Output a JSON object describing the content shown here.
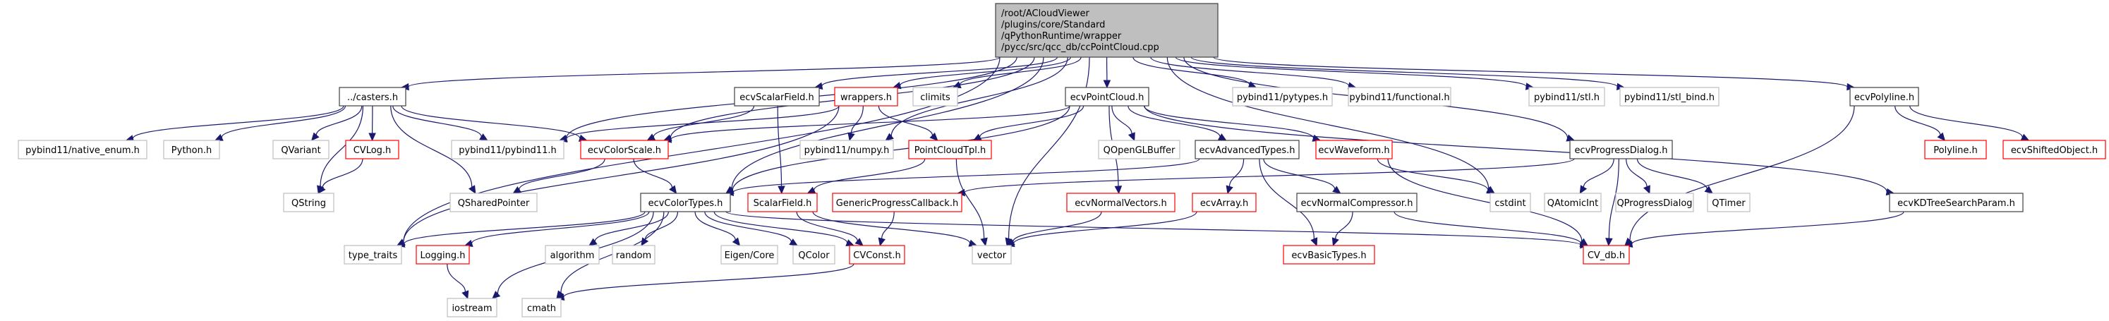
{
  "diagram": {
    "type": "include-dependency-graph",
    "colors": {
      "edge": "#191970",
      "root_fill": "#bfbfbf",
      "root_border": "#404040",
      "documented_border": "#404040",
      "truncated_border": "#ff0000",
      "external_border": "#bfbfbf",
      "node_fill": "#ffffff"
    },
    "root": {
      "id": "root",
      "lines": [
        "/root/ACloudViewer",
        "/plugins/core/Standard",
        "/qPythonRuntime/wrapper",
        "/pycc/src/qcc_db/ccPointCloud.cpp"
      ]
    },
    "nodes": [
      {
        "id": "casters",
        "label": "../casters.h",
        "kind": "documented"
      },
      {
        "id": "ecvScalarField",
        "label": "ecvScalarField.h",
        "kind": "documented"
      },
      {
        "id": "wrappers",
        "label": "wrappers.h",
        "kind": "truncated"
      },
      {
        "id": "climits",
        "label": "climits",
        "kind": "external"
      },
      {
        "id": "ecvPointCloud",
        "label": "ecvPointCloud.h",
        "kind": "documented"
      },
      {
        "id": "pytypes",
        "label": "pybind11/pytypes.h",
        "kind": "external"
      },
      {
        "id": "functional",
        "label": "pybind11/functional.h",
        "kind": "external"
      },
      {
        "id": "stl",
        "label": "pybind11/stl.h",
        "kind": "external"
      },
      {
        "id": "stl_bind",
        "label": "pybind11/stl_bind.h",
        "kind": "external"
      },
      {
        "id": "ecvPolyline",
        "label": "ecvPolyline.h",
        "kind": "documented"
      },
      {
        "id": "native_enum",
        "label": "pybind11/native_enum.h",
        "kind": "external"
      },
      {
        "id": "python",
        "label": "Python.h",
        "kind": "external"
      },
      {
        "id": "qvariant",
        "label": "QVariant",
        "kind": "external"
      },
      {
        "id": "cvlog",
        "label": "CVLog.h",
        "kind": "truncated"
      },
      {
        "id": "pybind11",
        "label": "pybind11/pybind11.h",
        "kind": "external"
      },
      {
        "id": "ecvColorScale",
        "label": "ecvColorScale.h",
        "kind": "truncated"
      },
      {
        "id": "numpy",
        "label": "pybind11/numpy.h",
        "kind": "external"
      },
      {
        "id": "pointCloudTpl",
        "label": "PointCloudTpl.h",
        "kind": "truncated"
      },
      {
        "id": "qopenglbuffer",
        "label": "QOpenGLBuffer",
        "kind": "external"
      },
      {
        "id": "ecvAdvancedTypes",
        "label": "ecvAdvancedTypes.h",
        "kind": "documented"
      },
      {
        "id": "ecvWaveform",
        "label": "ecvWaveform.h",
        "kind": "truncated"
      },
      {
        "id": "ecvProgressDialog",
        "label": "ecvProgressDialog.h",
        "kind": "documented"
      },
      {
        "id": "polylineH",
        "label": "Polyline.h",
        "kind": "truncated"
      },
      {
        "id": "ecvShiftedObject",
        "label": "ecvShiftedObject.h",
        "kind": "truncated"
      },
      {
        "id": "qstring",
        "label": "QString",
        "kind": "external"
      },
      {
        "id": "qsharedpointer",
        "label": "QSharedPointer",
        "kind": "external"
      },
      {
        "id": "ecvColorTypes",
        "label": "ecvColorTypes.h",
        "kind": "documented"
      },
      {
        "id": "scalarField",
        "label": "ScalarField.h",
        "kind": "truncated"
      },
      {
        "id": "genericProgress",
        "label": "GenericProgressCallback.h",
        "kind": "truncated"
      },
      {
        "id": "ecvNormalVectors",
        "label": "ecvNormalVectors.h",
        "kind": "truncated"
      },
      {
        "id": "ecvArray",
        "label": "ecvArray.h",
        "kind": "truncated"
      },
      {
        "id": "ecvNormalCompressor",
        "label": "ecvNormalCompressor.h",
        "kind": "documented"
      },
      {
        "id": "cstdint",
        "label": "cstdint",
        "kind": "external"
      },
      {
        "id": "qatomicint",
        "label": "QAtomicInt",
        "kind": "external"
      },
      {
        "id": "qprogressdialog",
        "label": "QProgressDialog",
        "kind": "external"
      },
      {
        "id": "qtimer",
        "label": "QTimer",
        "kind": "external"
      },
      {
        "id": "ecvKDTree",
        "label": "ecvKDTreeSearchParam.h",
        "kind": "documented"
      },
      {
        "id": "type_traits",
        "label": "type_traits",
        "kind": "external"
      },
      {
        "id": "logging",
        "label": "Logging.h",
        "kind": "truncated"
      },
      {
        "id": "algorithm",
        "label": "algorithm",
        "kind": "external"
      },
      {
        "id": "random",
        "label": "random",
        "kind": "external"
      },
      {
        "id": "eigen",
        "label": "Eigen/Core",
        "kind": "external"
      },
      {
        "id": "qcolor",
        "label": "QColor",
        "kind": "external"
      },
      {
        "id": "cvconst",
        "label": "CVConst.h",
        "kind": "truncated"
      },
      {
        "id": "vector",
        "label": "vector",
        "kind": "external"
      },
      {
        "id": "ecvBasicTypes",
        "label": "ecvBasicTypes.h",
        "kind": "truncated"
      },
      {
        "id": "cvdb",
        "label": "CV_db.h",
        "kind": "truncated"
      },
      {
        "id": "iostream",
        "label": "iostream",
        "kind": "external"
      },
      {
        "id": "cmath",
        "label": "cmath",
        "kind": "external"
      }
    ],
    "edges": [
      [
        "root",
        "casters"
      ],
      [
        "root",
        "ecvScalarField"
      ],
      [
        "root",
        "wrappers"
      ],
      [
        "root",
        "climits"
      ],
      [
        "root",
        "ecvPointCloud"
      ],
      [
        "root",
        "pytypes"
      ],
      [
        "root",
        "functional"
      ],
      [
        "root",
        "stl"
      ],
      [
        "root",
        "stl_bind"
      ],
      [
        "root",
        "ecvPolyline"
      ],
      [
        "root",
        "pybind11"
      ],
      [
        "root",
        "ecvColorScale"
      ],
      [
        "root",
        "numpy"
      ],
      [
        "root",
        "ecvColorTypes"
      ],
      [
        "root",
        "vector"
      ],
      [
        "root",
        "type_traits"
      ],
      [
        "root",
        "ecvProgressDialog"
      ],
      [
        "root",
        "cstdint"
      ],
      [
        "casters",
        "native_enum"
      ],
      [
        "casters",
        "python"
      ],
      [
        "casters",
        "qvariant"
      ],
      [
        "casters",
        "cvlog"
      ],
      [
        "casters",
        "pybind11"
      ],
      [
        "casters",
        "ecvColorScale"
      ],
      [
        "casters",
        "qstring"
      ],
      [
        "casters",
        "qsharedpointer"
      ],
      [
        "cvlog",
        "qstring"
      ],
      [
        "ecvScalarField",
        "ecvColorScale"
      ],
      [
        "ecvScalarField",
        "scalarField"
      ],
      [
        "wrappers",
        "pybind11"
      ],
      [
        "wrappers",
        "numpy"
      ],
      [
        "wrappers",
        "pointCloudTpl"
      ],
      [
        "wrappers",
        "type_traits"
      ],
      [
        "ecvPointCloud",
        "ecvColorScale"
      ],
      [
        "ecvPointCloud",
        "pointCloudTpl"
      ],
      [
        "ecvPointCloud",
        "qopenglbuffer"
      ],
      [
        "ecvPointCloud",
        "ecvAdvancedTypes"
      ],
      [
        "ecvPointCloud",
        "ecvWaveform"
      ],
      [
        "ecvPointCloud",
        "ecvNormalVectors"
      ],
      [
        "ecvPointCloud",
        "ecvKDTree"
      ],
      [
        "ecvPointCloud",
        "ecvColorTypes"
      ],
      [
        "ecvColorScale",
        "qsharedpointer"
      ],
      [
        "ecvColorScale",
        "ecvColorTypes"
      ],
      [
        "pointCloudTpl",
        "scalarField"
      ],
      [
        "pointCloudTpl",
        "vector"
      ],
      [
        "ecvAdvancedTypes",
        "ecvArray"
      ],
      [
        "ecvAdvancedTypes",
        "ecvNormalCompressor"
      ],
      [
        "ecvAdvancedTypes",
        "ecvBasicTypes"
      ],
      [
        "ecvAdvancedTypes",
        "ecvColorTypes"
      ],
      [
        "ecvWaveform",
        "cstdint"
      ],
      [
        "ecvWaveform",
        "cvdb"
      ],
      [
        "ecvProgressDialog",
        "qatomicint"
      ],
      [
        "ecvProgressDialog",
        "qprogressdialog"
      ],
      [
        "ecvProgressDialog",
        "qtimer"
      ],
      [
        "ecvProgressDialog",
        "genericProgress"
      ],
      [
        "ecvProgressDialog",
        "cvdb"
      ],
      [
        "ecvPolyline",
        "polylineH"
      ],
      [
        "ecvPolyline",
        "ecvShiftedObject"
      ],
      [
        "ecvPolyline",
        "cvdb"
      ],
      [
        "ecvKDTree",
        "cvdb"
      ],
      [
        "ecvColorTypes",
        "type_traits"
      ],
      [
        "ecvColorTypes",
        "logging"
      ],
      [
        "ecvColorTypes",
        "algorithm"
      ],
      [
        "ecvColorTypes",
        "random"
      ],
      [
        "ecvColorTypes",
        "eigen"
      ],
      [
        "ecvColorTypes",
        "qcolor"
      ],
      [
        "ecvColorTypes",
        "cvconst"
      ],
      [
        "ecvColorTypes",
        "iostream"
      ],
      [
        "ecvColorTypes",
        "cmath"
      ],
      [
        "ecvColorTypes",
        "cvdb"
      ],
      [
        "scalarField",
        "cvconst"
      ],
      [
        "scalarField",
        "vector"
      ],
      [
        "genericProgress",
        "cvconst"
      ],
      [
        "ecvNormalVectors",
        "vector"
      ],
      [
        "ecvArray",
        "vector"
      ],
      [
        "ecvNormalCompressor",
        "ecvBasicTypes"
      ],
      [
        "ecvNormalCompressor",
        "cvdb"
      ],
      [
        "logging",
        "iostream"
      ],
      [
        "cvconst",
        "cmath"
      ]
    ]
  }
}
